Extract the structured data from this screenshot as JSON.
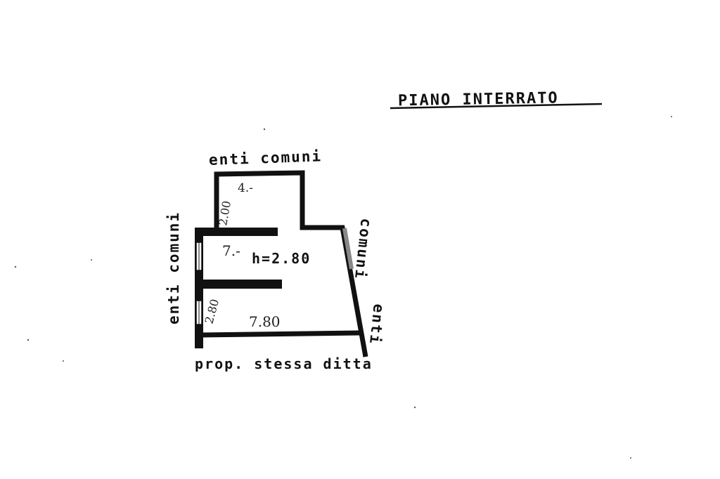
{
  "title": "PIANO INTERRATO",
  "labels": {
    "top": "enti comuni",
    "left": "enti comuni",
    "right_upper": "comuni",
    "right_lower": "enti",
    "bottom": "prop. stessa ditta"
  },
  "annotations": {
    "height": "h=2.80",
    "small_room_width": "4.-",
    "small_room_depth": "2.00",
    "mid_width": "7.-",
    "lower_depth": "2.80",
    "lower_width": "7.80"
  },
  "colors": {
    "ink": "#111111",
    "paper": "#ffffff"
  }
}
